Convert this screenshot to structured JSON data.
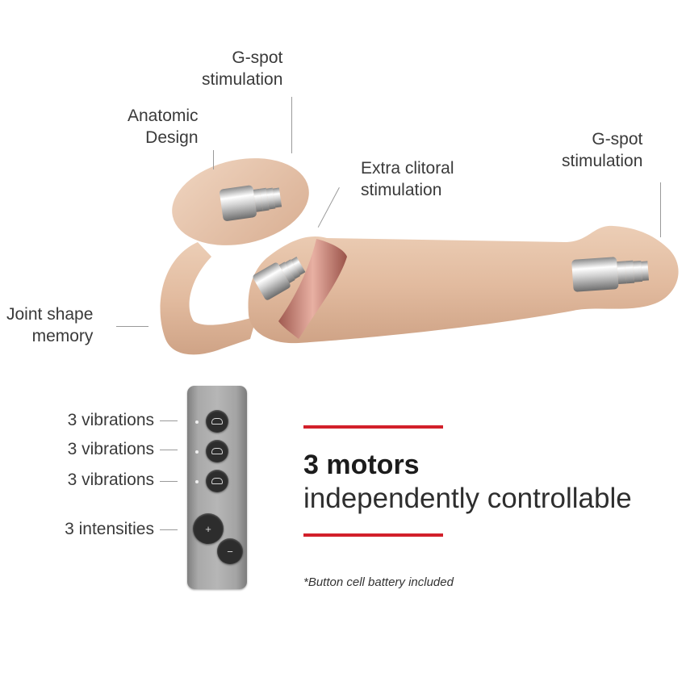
{
  "labels": {
    "gspot_top_line1": "G-spot",
    "gspot_top_line2": "stimulation",
    "anatomic_line1": "Anatomic",
    "anatomic_line2": "Design",
    "clitoral_line1": "Extra clitoral",
    "clitoral_line2": "stimulation",
    "gspot_right_line1": "G-spot",
    "gspot_right_line2": "stimulation",
    "joint_line1": "Joint shape",
    "joint_line2": "memory"
  },
  "remote": {
    "labels": [
      "3 vibrations",
      "3 vibrations",
      "3 vibrations",
      "3 intensities"
    ],
    "plus": "+",
    "minus": "−"
  },
  "feature": {
    "title": "3 motors",
    "subtitle": "independently controllable",
    "accent_color": "#d2202a"
  },
  "footnote": "*Button cell battery included",
  "colors": {
    "product_skin": "#e3bda1",
    "rose_gold_ring": "#c6857a",
    "remote_body": "#a8a8a8"
  }
}
